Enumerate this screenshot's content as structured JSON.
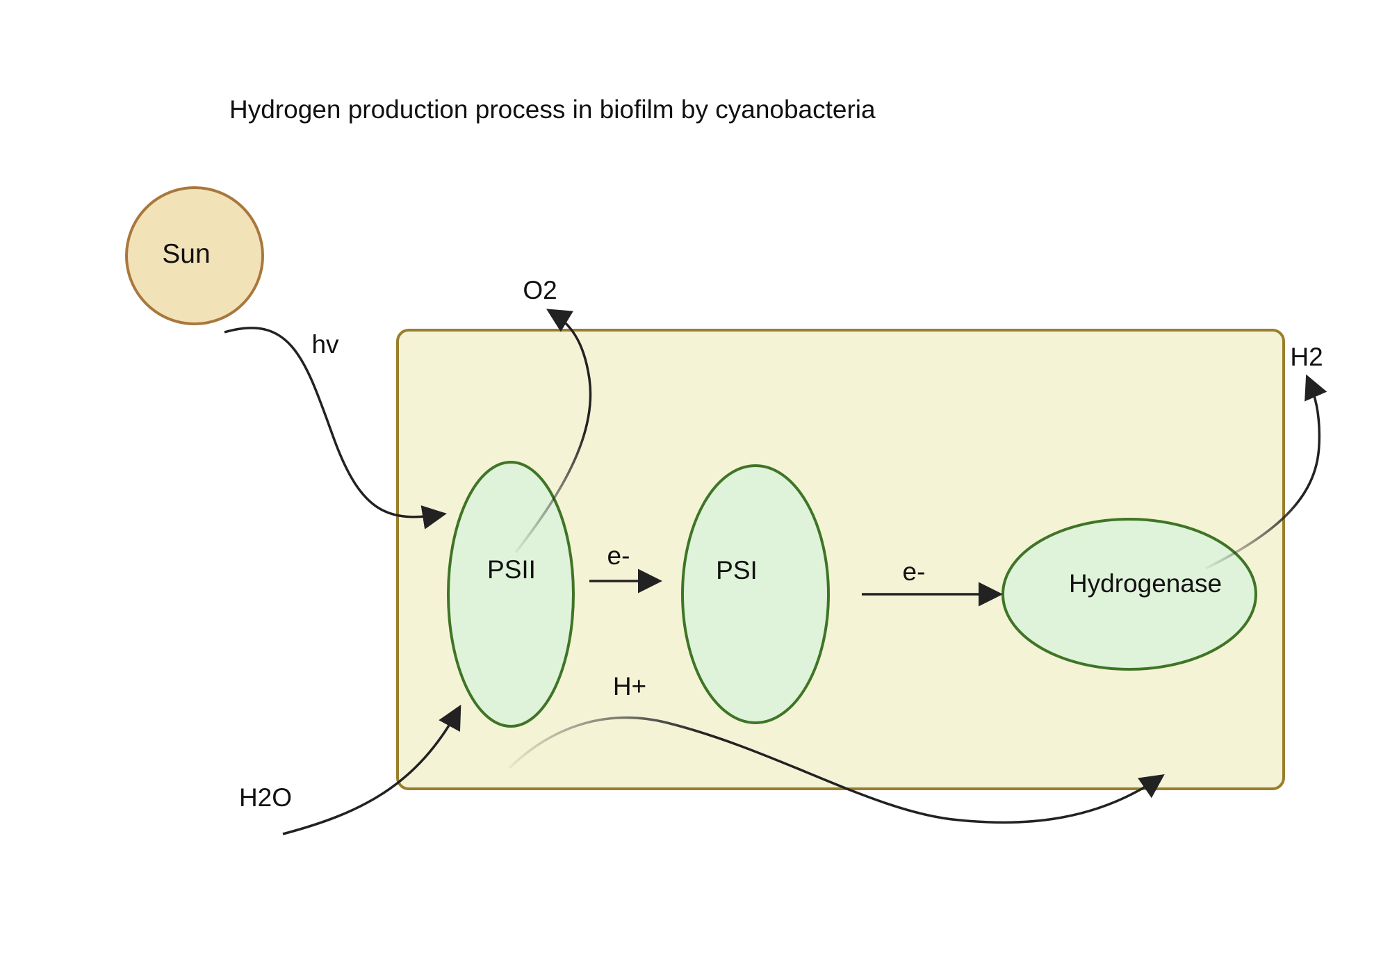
{
  "title": "Hydrogen production process in biofilm by cyanobacteria",
  "nodes": {
    "sun": "Sun",
    "psii": "PSII",
    "psi": "PSI",
    "hydrogenase": "Hydrogenase"
  },
  "flows": {
    "light": "hv",
    "oxygen": "O2",
    "hydrogen": "H2",
    "water": "H2O",
    "electron_1": "e-",
    "electron_2": "e-",
    "proton": "H+"
  },
  "colors": {
    "sun_fill": "#f2e2b8",
    "sun_stroke": "#a8783c",
    "cell_fill": "#f5f3d6",
    "cell_stroke": "#9a7e2c",
    "complex_fill": "#dff2da",
    "complex_stroke": "#3f7526",
    "arrow": "#222222"
  }
}
